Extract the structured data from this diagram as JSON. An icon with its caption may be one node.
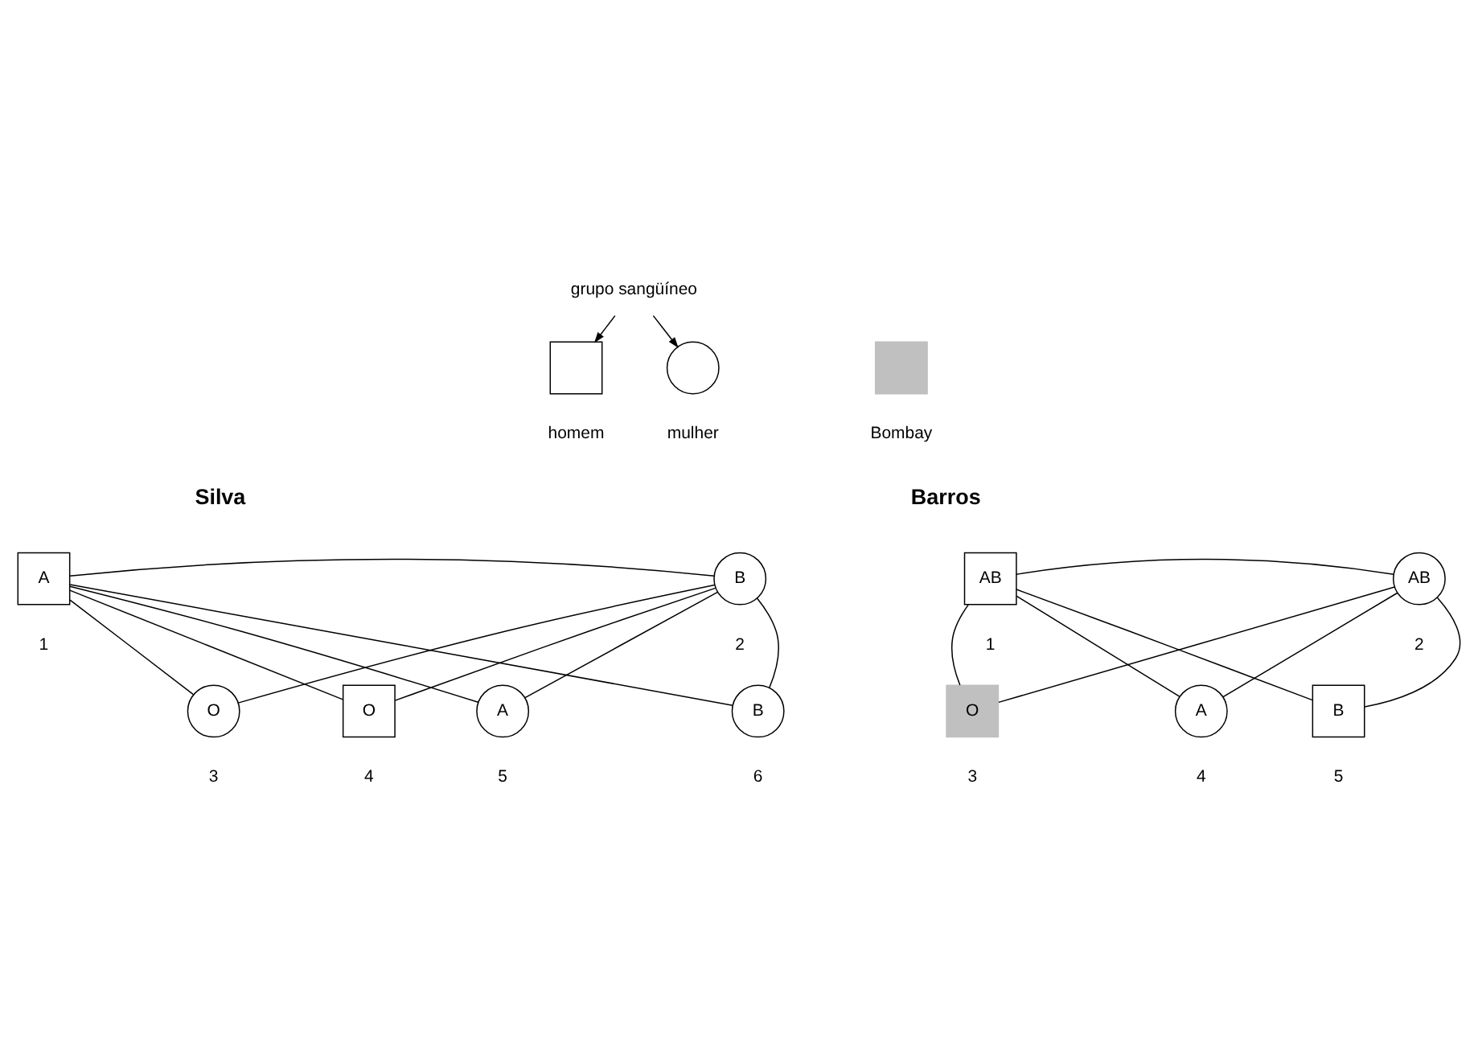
{
  "diagram": {
    "nodes": [
      {
        "text": [],
        "shape": "box",
        "beside": [
          "homem"
        ]
      },
      {
        "text": [],
        "shape": "circle",
        "beside": [
          "mulher"
        ]
      },
      {
        "text": [],
        "shape": "box",
        "beside": [
          "Bombay"
        ]
      },
      {
        "text": [
          "grupo sangüíneo"
        ]
      },
      {
        "text": [
          "A"
        ],
        "beside": [
          "1"
        ]
      },
      {
        "text": [
          "B"
        ],
        "beside": [
          "2"
        ]
      },
      {
        "text": [
          "O"
        ],
        "beside": [
          "3"
        ]
      },
      {
        "text": [
          "O"
        ],
        "beside": [
          "4"
        ]
      },
      {
        "text": [
          "A"
        ],
        "beside": [
          "5"
        ]
      },
      {
        "text": [
          "B"
        ],
        "beside": [
          "6"
        ]
      },
      {
        "text": [
          "AB"
        ],
        "beside": [
          "1"
        ]
      },
      {
        "text": [
          "AB"
        ],
        "beside": [
          "2"
        ]
      },
      {
        "text": [
          "O"
        ],
        "beside": [
          "3"
        ]
      },
      {
        "text": [
          "A"
        ],
        "beside": [
          "4"
        ]
      },
      {
        "text": [
          "B"
        ],
        "beside": [
          "5"
        ]
      }
    ],
    "edges": [
      {
        "from": 3,
        "to": 0,
        "arrow": "to"
      },
      {
        "from": 3,
        "to": 1,
        "arrow": "to"
      },
      {
        "from": 4,
        "to": 5,
        "arrow": "none"
      },
      {
        "from": 4,
        "to": 6,
        "arrow": "none"
      },
      {
        "from": 5,
        "to": 6,
        "arrow": "none"
      },
      {
        "from": 4,
        "to": 7,
        "arrow": "none"
      },
      {
        "from": 5,
        "to": 7,
        "arrow": "none"
      },
      {
        "from": 4,
        "to": 8,
        "arrow": "none"
      },
      {
        "from": 5,
        "to": 8,
        "arrow": "none"
      },
      {
        "from": 4,
        "to": 9,
        "arrow": "none"
      },
      {
        "from": 5,
        "to": 9,
        "arrow": "none"
      },
      {
        "from": 10,
        "to": 11,
        "arrow": "none"
      },
      {
        "from": 10,
        "to": 12,
        "arrow": "none"
      },
      {
        "from": 11,
        "to": 12,
        "arrow": "none"
      },
      {
        "from": 10,
        "to": 13,
        "arrow": "none"
      },
      {
        "from": 11,
        "to": 13,
        "arrow": "none"
      },
      {
        "from": 10,
        "to": 14,
        "arrow": "none"
      },
      {
        "from": 11,
        "to": 14,
        "arrow": "none"
      }
    ],
    "labels": [
      "Silva",
      "Barros"
    ]
  }
}
